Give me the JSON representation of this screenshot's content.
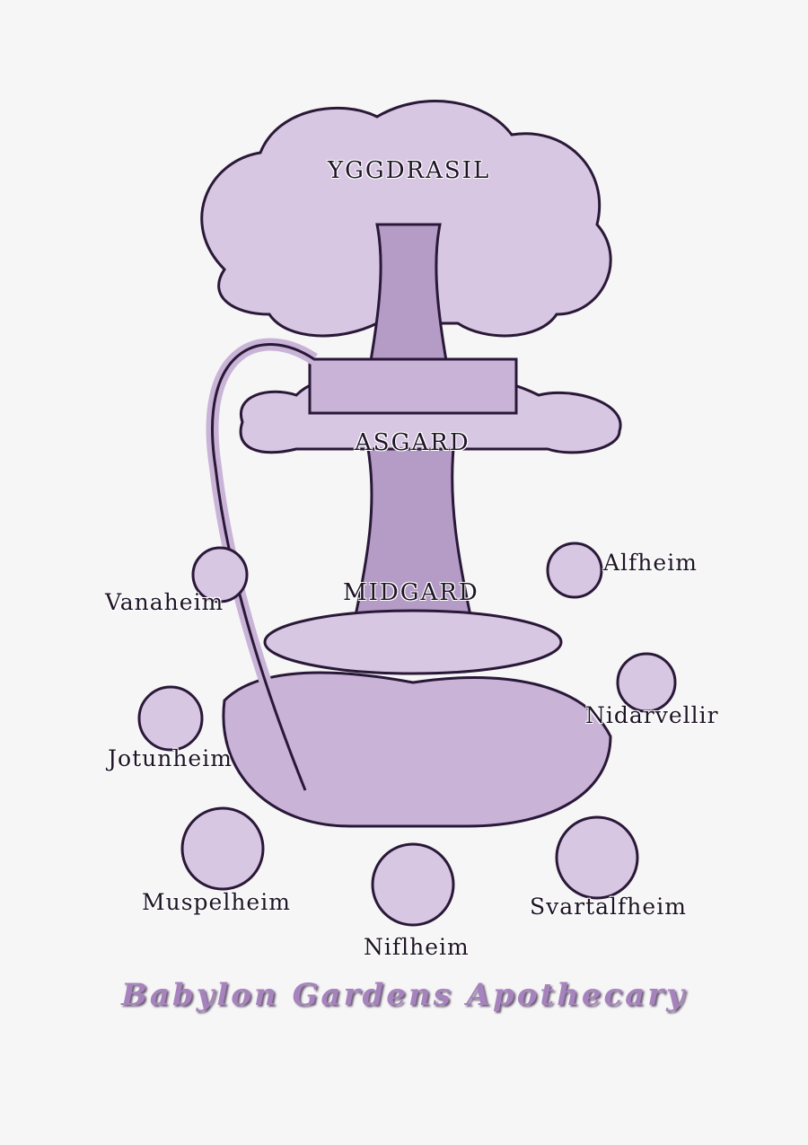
{
  "illustration": {
    "title": "YGGDRASIL",
    "colors": {
      "background": "#f6f6f6",
      "fill": "#d8c7e2",
      "ink": "#2a1838",
      "accent": "#a683bd"
    },
    "realms": [
      {
        "name": "ASGARD"
      },
      {
        "name": "MIDGARD"
      },
      {
        "name": "Alfheim"
      },
      {
        "name": "Vanaheim"
      },
      {
        "name": "Nidarvellir"
      },
      {
        "name": "Jotunheim"
      },
      {
        "name": "Muspelheim"
      },
      {
        "name": "Svartalfheim"
      },
      {
        "name": "Niflheim"
      }
    ]
  },
  "footer": {
    "brand": "Babylon Gardens Apothecary"
  }
}
